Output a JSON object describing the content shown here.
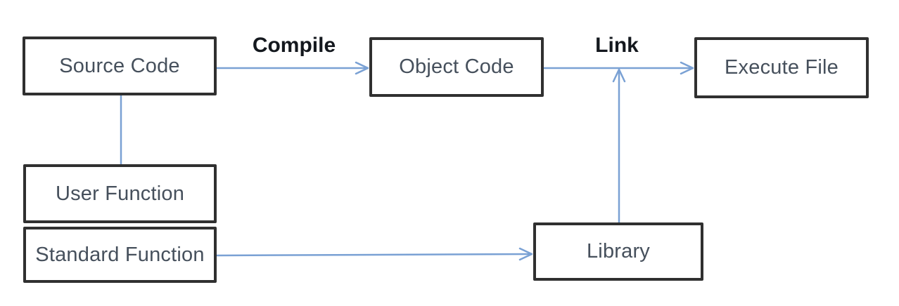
{
  "diagram": {
    "title": "compile-link-flow",
    "nodes": {
      "source_code": {
        "label": "Source Code"
      },
      "object_code": {
        "label": "Object Code"
      },
      "execute_file": {
        "label": "Execute File"
      },
      "user_function": {
        "label": "User Function"
      },
      "standard_function": {
        "label": "Standard Function"
      },
      "library": {
        "label": "Library"
      }
    },
    "edges": {
      "compile": {
        "label": "Compile"
      },
      "link": {
        "label": "Link"
      }
    },
    "colors": {
      "arrow": "#7aa1d4",
      "box_border": "#303030",
      "box_fill": "#ffffff",
      "node_text": "#46505c",
      "edge_label_text": "#14181e",
      "background": "#ffffff"
    }
  }
}
